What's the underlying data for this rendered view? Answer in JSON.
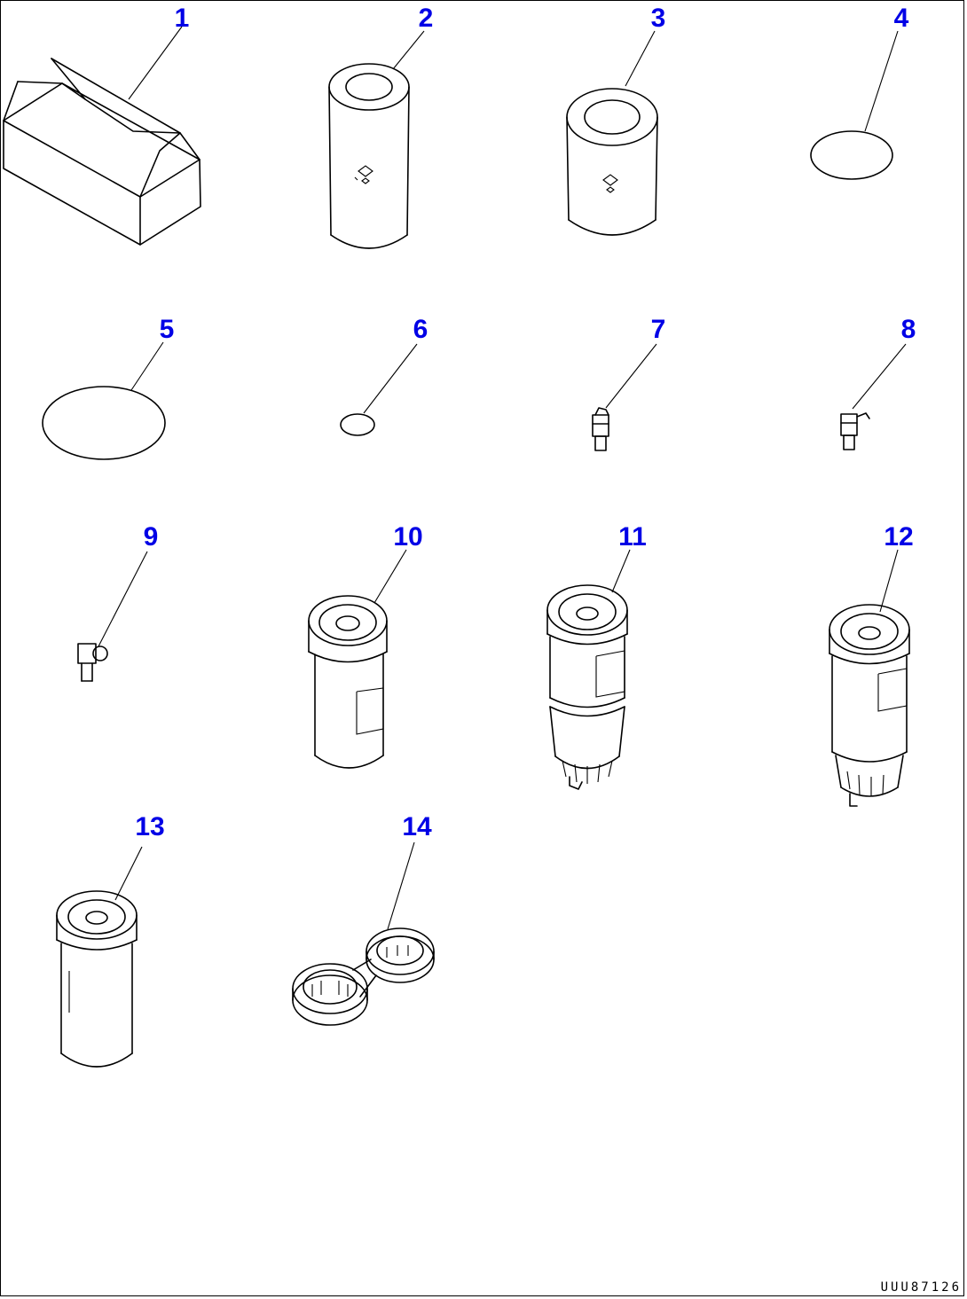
{
  "callouts": [
    {
      "id": "p1",
      "number": "1"
    },
    {
      "id": "p2",
      "number": "2"
    },
    {
      "id": "p3",
      "number": "3"
    },
    {
      "id": "p4",
      "number": "4"
    },
    {
      "id": "p5",
      "number": "5"
    },
    {
      "id": "p6",
      "number": "6"
    },
    {
      "id": "p7",
      "number": "7"
    },
    {
      "id": "p8",
      "number": "8"
    },
    {
      "id": "p9",
      "number": "9"
    },
    {
      "id": "p10",
      "number": "10"
    },
    {
      "id": "p11",
      "number": "11"
    },
    {
      "id": "p12",
      "number": "12"
    },
    {
      "id": "p13",
      "number": "13"
    },
    {
      "id": "p14",
      "number": "14"
    }
  ],
  "drawing_code": "UUU87126",
  "colors": {
    "callout": "#0000e6",
    "line": "#000000",
    "background": "#ffffff"
  }
}
